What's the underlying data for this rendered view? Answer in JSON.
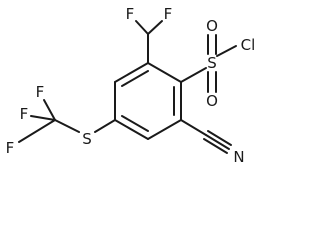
{
  "molecule": {
    "atoms": {
      "f_chf2_left": "F",
      "f_chf2_right": "F",
      "cl": "Cl",
      "s_sulfonyl": "S",
      "o_upper": "O",
      "o_lower": "O",
      "f_cf3_top": "F",
      "f_cf3_mid": "F",
      "f_cf3_left": "F",
      "s_thioether": "S",
      "n_nitrile": "N"
    },
    "colors": {
      "bond": "#1a1a1a",
      "label": "#1a1a1a",
      "background": "#ffffff"
    }
  }
}
